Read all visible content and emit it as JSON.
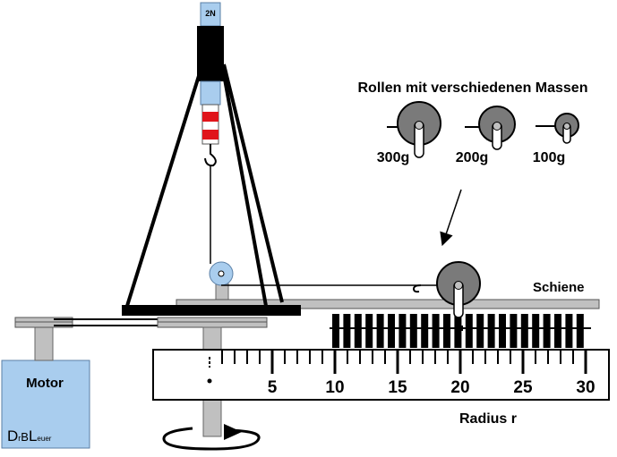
{
  "spring_scale": {
    "label": "2N"
  },
  "rollers": {
    "title": "Rollen mit verschiedenen Massen",
    "items": [
      {
        "mass_label": "300g"
      },
      {
        "mass_label": "200g"
      },
      {
        "mass_label": "100g"
      }
    ]
  },
  "rail": {
    "label": "Schiene"
  },
  "ruler": {
    "ticks": [
      "5",
      "10",
      "15",
      "20",
      "25",
      "30"
    ],
    "axis_label": "Radius r"
  },
  "motor": {
    "label": "Motor",
    "signature": {
      "d": "D",
      "r": "r",
      "b": "B",
      "l": "L",
      "rest": "euer"
    }
  },
  "colors": {
    "roller_fill": "#7a7a7a",
    "motor_fill": "#a9cdee",
    "scale_blue": "#a9cdee",
    "scale_red": "#e0141a",
    "frame_black": "#000000",
    "rail_gray": "#c0c0c0"
  }
}
